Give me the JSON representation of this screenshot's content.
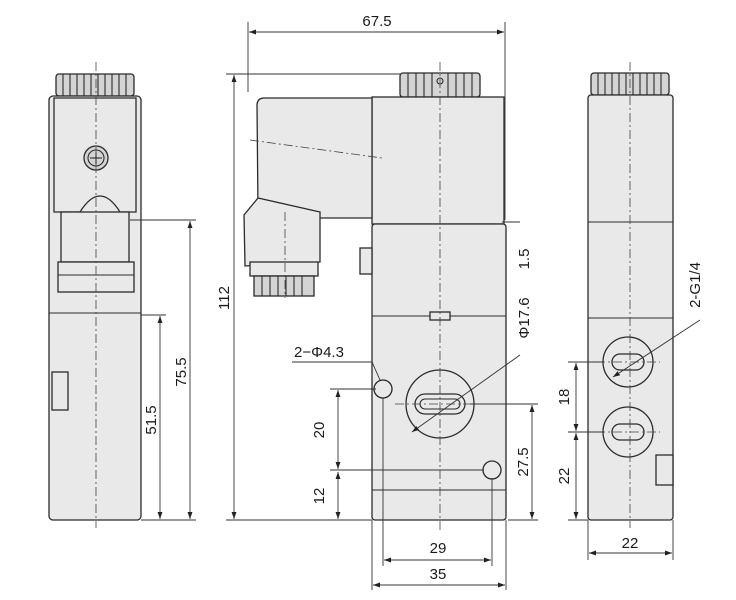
{
  "dimensions": {
    "total_width": "67.5",
    "height": "112",
    "port_height": "75.5",
    "mount_height": "51.5",
    "port_diameter": "Φ17.6",
    "gap": "1.5",
    "mount_hole": "2−Φ4.3",
    "hole_spacing_v": "20",
    "bottom_offset": "12",
    "hole_offset_right": "27.5",
    "hole_spacing_h": "29",
    "body_width": "35",
    "port_thread": "2-G1/4",
    "port_spacing": "18",
    "port_bottom": "22",
    "side_width": "22"
  }
}
